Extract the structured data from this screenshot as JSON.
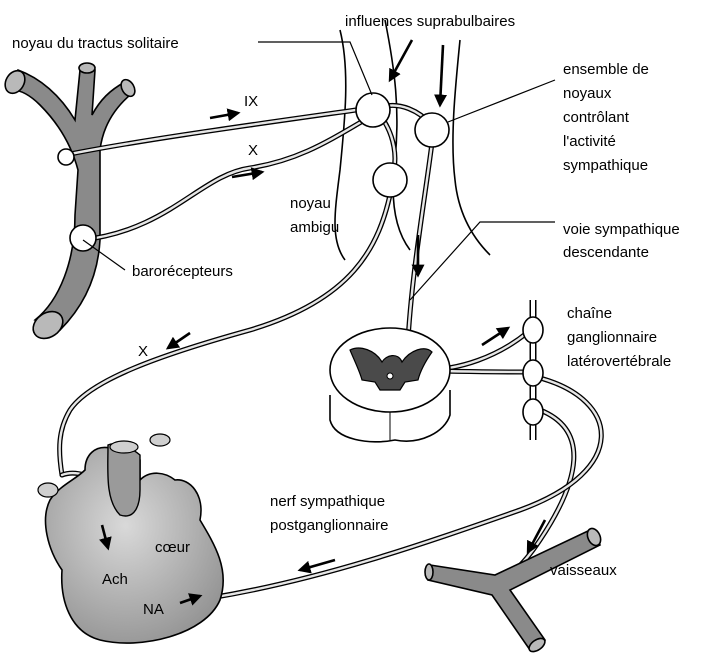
{
  "labels": {
    "nts": "noyau du tractus solitaire",
    "suprabulbar": "influences suprabulbaires",
    "sympathetic_nuclei": [
      "ensemble de",
      "noyaux",
      "contrôlant",
      "l'activité",
      "sympathique"
    ],
    "ix": "IX",
    "x_upper": "X",
    "nucleus_ambiguus": [
      "noyau",
      "ambigu"
    ],
    "baroreceptors": "barorécepteurs",
    "descending_pathway": [
      "voie sympathique",
      "descendante"
    ],
    "ganglion_chain": [
      "chaîne",
      "ganglionnaire",
      "latérovertébrale"
    ],
    "x_lower": "X",
    "postganglionic": [
      "nerf sympathique",
      "postganglionnaire"
    ],
    "heart": "cœur",
    "ach": "Ach",
    "na": "NA",
    "vessels": "vaisseaux"
  }
}
